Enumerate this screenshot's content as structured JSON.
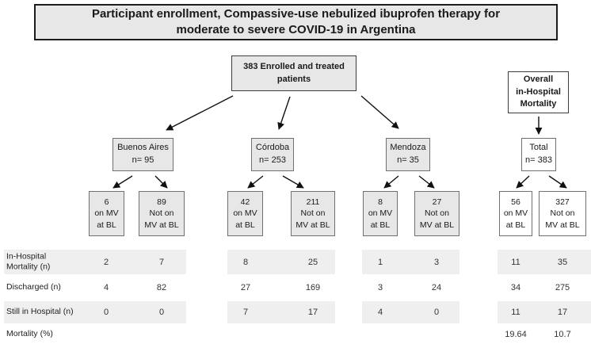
{
  "title": "Participant enrollment, Compassive-use nebulized ibuprofen therapy for\nmoderate to severe COVID-19 in Argentina",
  "enrolled_box": "383 Enrolled and treated\npatients",
  "overall_box": "Overall\nin-Hospital\nMortality",
  "sites": [
    {
      "name": "Buenos Aires",
      "n": "n= 95"
    },
    {
      "name": "Córdoba",
      "n": "n= 253"
    },
    {
      "name": "Mendoza",
      "n": "n= 35"
    },
    {
      "name": "Total",
      "n": "n= 383"
    }
  ],
  "mv_boxes": [
    {
      "value": "6",
      "label": "on MV\nat BL"
    },
    {
      "value": "89",
      "label": "Not on\nMV at BL"
    },
    {
      "value": "42",
      "label": "on MV\nat BL"
    },
    {
      "value": "211",
      "label": "Not on\nMV at BL"
    },
    {
      "value": "8",
      "label": "on MV\nat BL"
    },
    {
      "value": "27",
      "label": "Not on\nMV at BL"
    },
    {
      "value": "56",
      "label": "on MV\nat BL"
    },
    {
      "value": "327",
      "label": "Not on\nMV at BL"
    }
  ],
  "table": {
    "rows": [
      {
        "label": "In-Hospital\nMortality  (n)",
        "values": [
          "2",
          "7",
          "8",
          "25",
          "1",
          "3",
          "11",
          "35"
        ]
      },
      {
        "label": "Discharged  (n)",
        "values": [
          "4",
          "82",
          "27",
          "169",
          "3",
          "24",
          "34",
          "275"
        ]
      },
      {
        "label": "Still in Hospital (n)",
        "values": [
          "0",
          "0",
          "7",
          "17",
          "4",
          "0",
          "11",
          "17"
        ]
      },
      {
        "label": "Mortality (%)",
        "values": [
          "",
          "",
          "",
          "",
          "",
          "",
          "19.64",
          "10.7"
        ]
      }
    ]
  },
  "colors": {
    "box_fill_gray": "#e7e7e7",
    "box_fill_white": "#ffffff",
    "table_band_gray": "#efefef",
    "border_dark": "#1c1c1c",
    "border_light": "#707070",
    "text": "#1a1a1a"
  }
}
